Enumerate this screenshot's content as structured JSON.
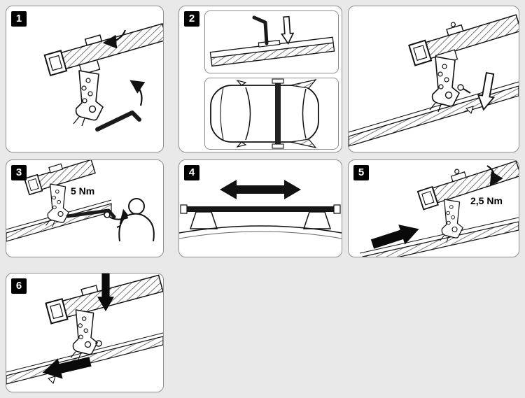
{
  "page": {
    "background_color": "#e9e9e9",
    "panel_border_color": "#8f8f8f",
    "badge_color": "#000000",
    "line_color": "#111111"
  },
  "panels": {
    "step1": {
      "number": "1",
      "illustration": "hex-key-unlock-crossbar-clamp"
    },
    "step2": {
      "number": "2",
      "illustration_top": "hex-key-into-crossbar-slot",
      "illustration_bottom": "car-top-view-crossbar-position"
    },
    "step2b": {
      "illustration": "foot-lowered-onto-door-rail"
    },
    "step3": {
      "number": "3",
      "torque": "5 Nm",
      "illustration": "tighten-foot-with-hex-key"
    },
    "step4": {
      "number": "4",
      "illustration": "crossbar-front-view-adjust-width"
    },
    "step5": {
      "number": "5",
      "torque": "2,5 Nm",
      "illustration": "press-foot-and-tighten-clamp"
    },
    "step6": {
      "number": "6",
      "illustration": "push-down-and-slide-foot"
    }
  }
}
